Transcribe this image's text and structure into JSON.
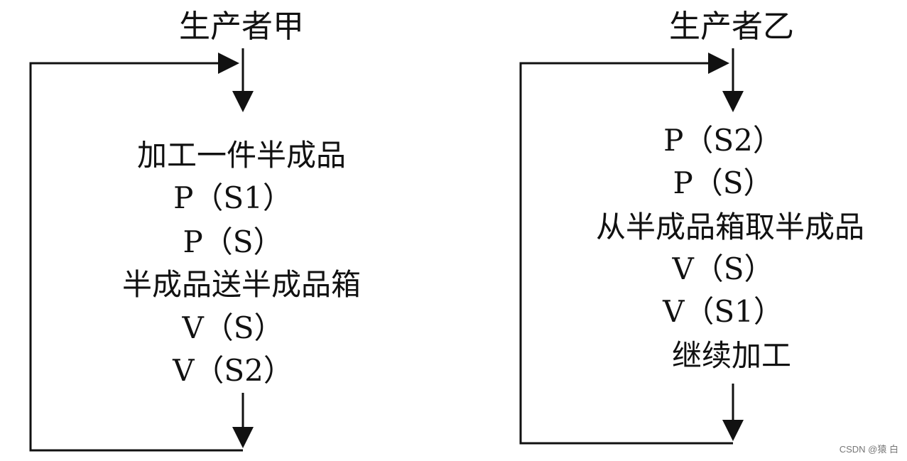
{
  "producers": [
    {
      "title": "生产者甲",
      "steps": [
        "加工一件半成品",
        "P（S1）",
        "P（S）",
        "半成品送半成品箱",
        "V（S）",
        "V（S2）"
      ]
    },
    {
      "title": "生产者乙",
      "steps": [
        "P（S2）",
        "P（S）",
        "从半成品箱取半成品",
        "V（S）",
        "V（S1）",
        "继续加工"
      ]
    }
  ],
  "watermark": "CSDN @猿 白",
  "colors": {
    "line": "#111111",
    "text": "#111111"
  }
}
